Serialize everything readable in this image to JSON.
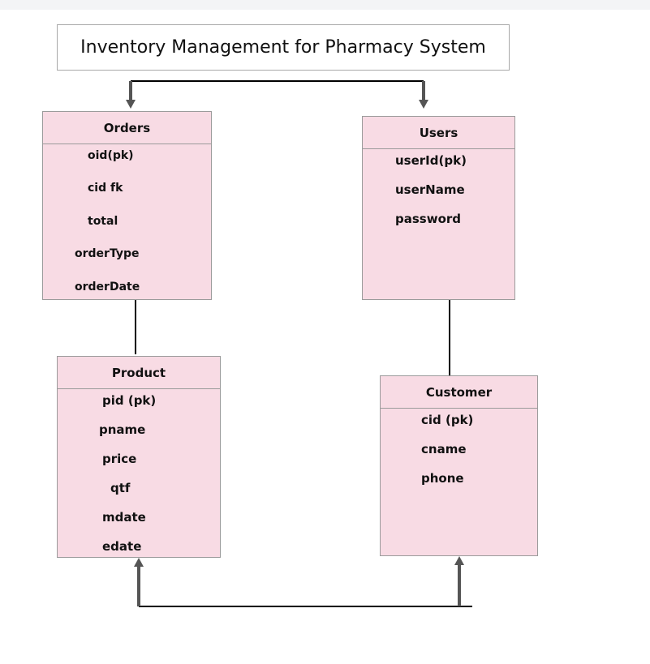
{
  "title": "Inventory Management for Pharmacy System",
  "entities": {
    "orders": {
      "name": "Orders",
      "attributes": [
        "oid(pk)",
        "cid fk",
        "total",
        "orderType",
        "orderDate"
      ]
    },
    "users": {
      "name": "Users",
      "attributes": [
        "userId(pk)",
        "userName",
        "password"
      ]
    },
    "product": {
      "name": "Product",
      "attributes": [
        "pid (pk)",
        "pname",
        "price",
        "qtf",
        "mdate",
        "edate"
      ]
    },
    "customer": {
      "name": "Customer",
      "attributes": [
        "cid (pk)",
        "cname",
        "phone"
      ]
    }
  },
  "colors": {
    "entity_fill": "#f8dbe4",
    "entity_border": "#9b9b9b",
    "connector": "#000000",
    "arrow": "#555555"
  }
}
